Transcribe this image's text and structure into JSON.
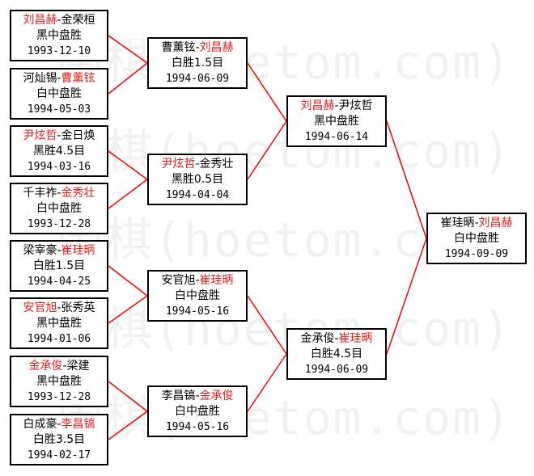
{
  "watermark": "围棋(hoetom.com)",
  "colors": {
    "line": "#ff0000",
    "winner": "#e0201b",
    "border": "#000000"
  },
  "matches": [
    {
      "id": "r1m1",
      "p1": "刘昌赫",
      "p2": "金荣桓",
      "winner": 1,
      "result": "黑中盘胜",
      "date": "1993-12-10"
    },
    {
      "id": "r1m2",
      "p1": "河灿锡",
      "p2": "曹薰铉",
      "winner": 2,
      "result": "白中盘胜",
      "date": "1994-05-03"
    },
    {
      "id": "r1m3",
      "p1": "尹炫哲",
      "p2": "金日焕",
      "winner": 1,
      "result": "黑胜4.5目",
      "date": "1994-03-16"
    },
    {
      "id": "r1m4",
      "p1": "千丰祚",
      "p2": "金秀壮",
      "winner": 2,
      "result": "白中盘胜",
      "date": "1993-12-28"
    },
    {
      "id": "r1m5",
      "p1": "梁宰豪",
      "p2": "崔珪昞",
      "winner": 2,
      "result": "白胜1.5目",
      "date": "1994-04-25"
    },
    {
      "id": "r1m6",
      "p1": "安官旭",
      "p2": "张秀英",
      "winner": 1,
      "result": "黑中盘胜",
      "date": "1994-01-06"
    },
    {
      "id": "r1m7",
      "p1": "金承俊",
      "p2": "梁建",
      "winner": 1,
      "result": "黑中盘胜",
      "date": "1993-12-28"
    },
    {
      "id": "r1m8",
      "p1": "白成豪",
      "p2": "李昌镐",
      "winner": 2,
      "result": "白胜3.5目",
      "date": "1994-02-17"
    },
    {
      "id": "r2m1",
      "p1": "曹薰铉",
      "p2": "刘昌赫",
      "winner": 2,
      "result": "白胜1.5目",
      "date": "1994-06-09"
    },
    {
      "id": "r2m2",
      "p1": "尹炫哲",
      "p2": "金秀壮",
      "winner": 1,
      "result": "黑胜0.5目",
      "date": "1994-04-04"
    },
    {
      "id": "r2m3",
      "p1": "安官旭",
      "p2": "崔珪昞",
      "winner": 2,
      "result": "白中盘胜",
      "date": "1994-05-16"
    },
    {
      "id": "r2m4",
      "p1": "李昌镐",
      "p2": "金承俊",
      "winner": 2,
      "result": "白中盘胜",
      "date": "1994-05-16"
    },
    {
      "id": "r3m1",
      "p1": "刘昌赫",
      "p2": "尹炫哲",
      "winner": 1,
      "result": "黑中盘胜",
      "date": "1994-06-14"
    },
    {
      "id": "r3m2",
      "p1": "金承俊",
      "p2": "崔珪昞",
      "winner": 2,
      "result": "白胜4.5目",
      "date": "1994-06-09"
    },
    {
      "id": "final",
      "p1": "崔珪昞",
      "p2": "刘昌赫",
      "winner": 2,
      "result": "白中盘胜",
      "date": "1994-09-09"
    }
  ]
}
